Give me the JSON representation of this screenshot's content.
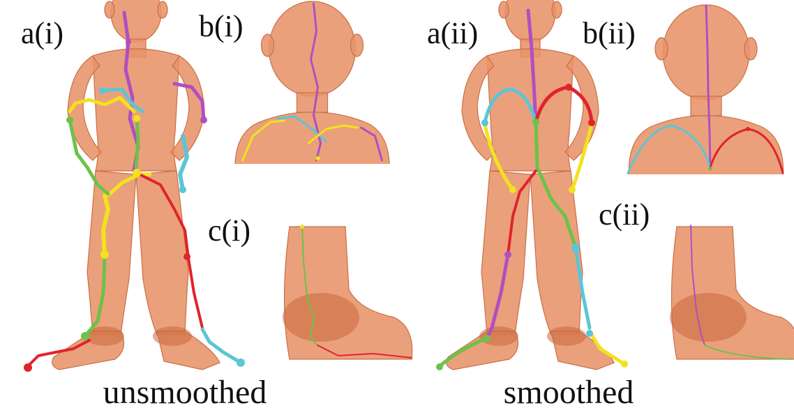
{
  "labels": {
    "a_i": "a(i)",
    "b_i": "b(i)",
    "c_i": "c(i)",
    "a_ii": "a(ii)",
    "b_ii": "b(ii)",
    "c_ii": "c(ii)"
  },
  "captions": {
    "left": "unsmoothed",
    "right": "smoothed"
  },
  "colors": {
    "skin": "#e8936a",
    "purple": "#b04fc0",
    "cyan": "#5cc5d6",
    "yellow": "#f2e21d",
    "green": "#6cc24a",
    "red": "#e0242a"
  }
}
